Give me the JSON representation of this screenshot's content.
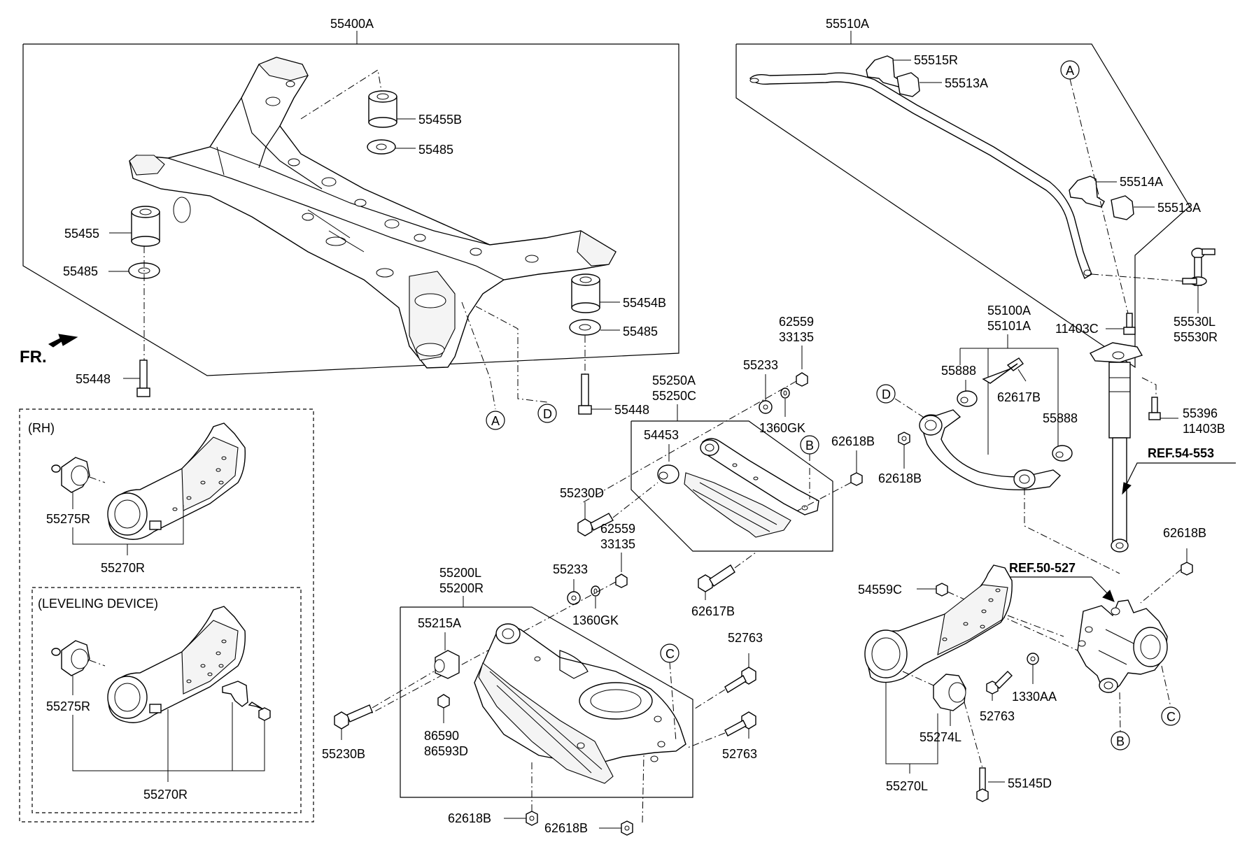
{
  "labels": {
    "p55400A": "55400A",
    "p55455B": "55455B",
    "p55485_a": "55485",
    "p55455": "55455",
    "p55485_b": "55485",
    "p55454B": "55454B",
    "p55485_c": "55485",
    "p55448_a": "55448",
    "p55448_b": "55448",
    "fr": "FR.",
    "p55510A": "55510A",
    "p55515R": "55515R",
    "p55513A_a": "55513A",
    "p55514A": "55514A",
    "p55513A_b": "55513A",
    "p11403C": "11403C",
    "p55530L": "55530L",
    "p55530R": "55530R",
    "p55100A": "55100A",
    "p55101A": "55101A",
    "p55888_a": "55888",
    "p62617B_a": "62617B",
    "p55888_b": "55888",
    "p62618B_a": "62618B",
    "p55396": "55396",
    "p11403B": "11403B",
    "ref54": "REF.54-553",
    "p62559_a": "62559",
    "p33135_a": "33135",
    "p55233_a": "55233",
    "p1360GK_a": "1360GK",
    "p55250A": "55250A",
    "p55250C": "55250C",
    "p54453": "54453",
    "p62618B_b": "62618B",
    "p55230D": "55230D",
    "p62559_b": "62559",
    "p33135_b": "33135",
    "p62617B_b": "62617B",
    "p55233_b": "55233",
    "p1360GK_b": "1360GK",
    "p55200L": "55200L",
    "p55200R": "55200R",
    "p55215A": "55215A",
    "p86590": "86590",
    "p86593D": "86593D",
    "p55230B": "55230B",
    "p52763_a": "52763",
    "p52763_b": "52763",
    "p62618B_c": "62618B",
    "p62618B_d": "62618B",
    "rh": "(RH)",
    "p55275R_a": "55275R",
    "p55270R_a": "55270R",
    "leveling": "(LEVELING DEVICE)",
    "p55275R_b": "55275R",
    "p55270R_b": "55270R",
    "ref50": "REF.50-527",
    "p54559C": "54559C",
    "p62618B_e": "62618B",
    "p52763_c": "52763",
    "p1330AA": "1330AA",
    "p55274L": "55274L",
    "p55145D": "55145D",
    "p55270L": "55270L"
  },
  "markers": {
    "A": "A",
    "B": "B",
    "C": "C",
    "D": "D"
  }
}
